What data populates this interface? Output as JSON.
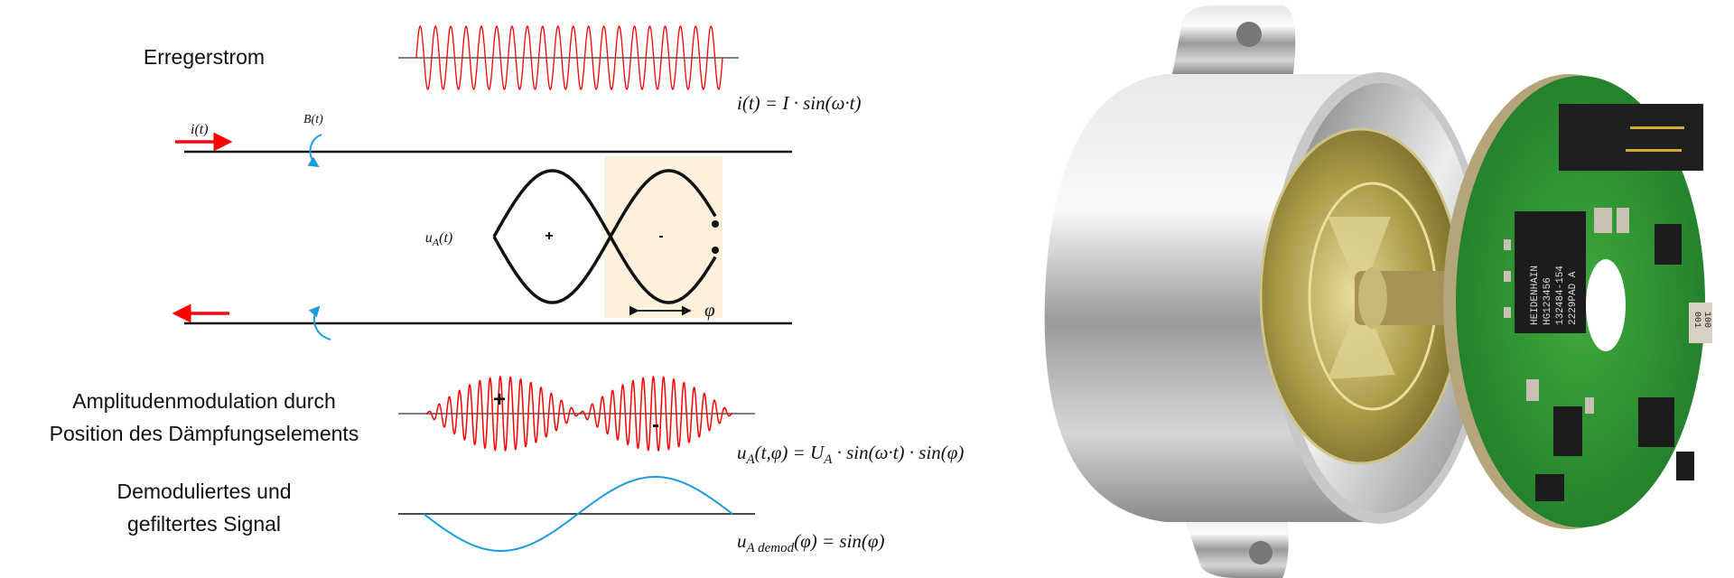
{
  "labels": {
    "excitation_current": "Erregerstrom",
    "amplitude_modulation_line1": "Amplitudenmodulation durch",
    "amplitude_modulation_line2": "Position des Dämpfungselements",
    "demodulated_line1": "Demoduliertes und",
    "demodulated_line2": "gefiltertes Signal"
  },
  "formulas": {
    "current": "i(t) = I · sin(ω·t)",
    "induced_voltage_main": "u",
    "induced_voltage_sub": "A",
    "induced_voltage_rest": "(t,φ) = U",
    "induced_voltage_sub2": "A",
    "induced_voltage_tail": " · sin(ω·t) · sin(φ)",
    "demod_main": "u",
    "demod_sub": "A demod",
    "demod_tail": "(φ) = sin(φ)"
  },
  "coil": {
    "current_label": "i(t)",
    "field_label": "B(t)",
    "voltage_label_main": "u",
    "voltage_label_sub": "A",
    "voltage_label_tail": "(t)",
    "plus_sign": "+",
    "minus_sign": "-",
    "phase_label": "φ"
  },
  "modulated": {
    "plus_sign": "+",
    "minus_sign": "-"
  },
  "waves": {
    "carrier_cycles": 20,
    "modulated_carrier_cycles": 30,
    "demod_cycles": 1
  },
  "photo": {
    "chip_lines": [
      "HEIDENHAIN",
      "HG123456",
      "132484-154",
      "2229PAD  A"
    ],
    "component_marking": [
      "100",
      "001"
    ]
  },
  "colors": {
    "carrier": "#ff0000",
    "field": "#1a9be0",
    "demod": "#1a9be0",
    "shade": "#fdf0dc"
  }
}
